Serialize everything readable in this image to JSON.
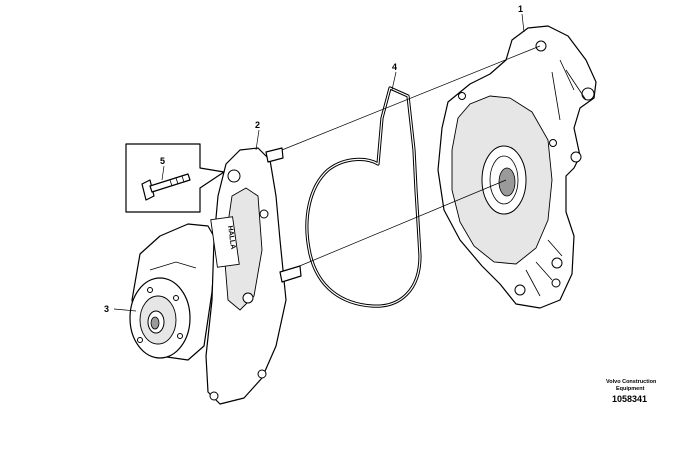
{
  "callouts": [
    {
      "id": "1",
      "label": "1"
    },
    {
      "id": "2",
      "label": "2"
    },
    {
      "id": "3",
      "label": "3"
    },
    {
      "id": "4",
      "label": "4"
    },
    {
      "id": "5",
      "label": "5"
    }
  ],
  "pump_marking": "HALLA",
  "footer": {
    "credit_line1": "Volvo Construction",
    "credit_line2": "Equipment",
    "document_number": "1058341"
  }
}
